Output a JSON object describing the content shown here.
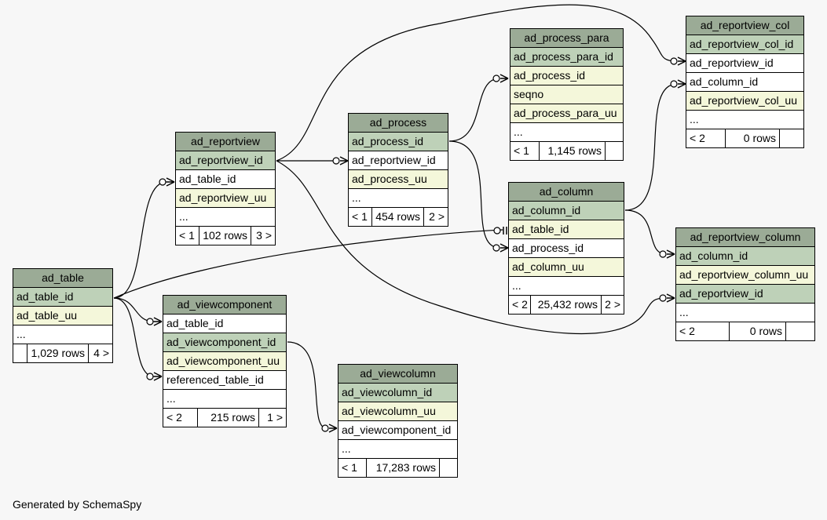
{
  "tables": {
    "ad_reportview_col": {
      "name": "ad_reportview_col",
      "columns": [
        "ad_reportview_col_id",
        "ad_reportview_id",
        "ad_column_id",
        "ad_reportview_col_uu"
      ],
      "ellipsis": "...",
      "prev": "< 2",
      "rows": "0 rows",
      "next": ""
    },
    "ad_process_para": {
      "name": "ad_process_para",
      "columns": [
        "ad_process_para_id",
        "ad_process_id",
        "seqno",
        "ad_process_para_uu"
      ],
      "ellipsis": "...",
      "prev": "< 1",
      "rows": "1,145 rows",
      "next": ""
    },
    "ad_process": {
      "name": "ad_process",
      "columns": [
        "ad_process_id",
        "ad_reportview_id",
        "ad_process_uu"
      ],
      "ellipsis": "...",
      "prev": "< 1",
      "rows": "454 rows",
      "next": "2 >"
    },
    "ad_reportview": {
      "name": "ad_reportview",
      "columns": [
        "ad_reportview_id",
        "ad_table_id",
        "ad_reportview_uu"
      ],
      "ellipsis": "...",
      "prev": "< 1",
      "rows": "102 rows",
      "next": "3 >"
    },
    "ad_column": {
      "name": "ad_column",
      "columns": [
        "ad_column_id",
        "ad_table_id",
        "ad_process_id",
        "ad_column_uu"
      ],
      "ellipsis": "...",
      "prev": "< 2",
      "rows": "25,432 rows",
      "next": "2 >"
    },
    "ad_reportview_column": {
      "name": "ad_reportview_column",
      "columns": [
        "ad_column_id",
        "ad_reportview_column_uu",
        "ad_reportview_id"
      ],
      "ellipsis": "...",
      "prev": "< 2",
      "rows": "0 rows",
      "next": ""
    },
    "ad_table": {
      "name": "ad_table",
      "columns": [
        "ad_table_id",
        "ad_table_uu"
      ],
      "ellipsis": "...",
      "prev": "",
      "rows": "1,029 rows",
      "next": "4 >"
    },
    "ad_viewcomponent": {
      "name": "ad_viewcomponent",
      "columns": [
        "ad_table_id",
        "ad_viewcomponent_id",
        "ad_viewcomponent_uu",
        "referenced_table_id"
      ],
      "ellipsis": "...",
      "prev": "< 2",
      "rows": "215 rows",
      "next": "1 >"
    },
    "ad_viewcolumn": {
      "name": "ad_viewcolumn",
      "columns": [
        "ad_viewcolumn_id",
        "ad_viewcolumn_uu",
        "ad_viewcomponent_id"
      ],
      "ellipsis": "...",
      "prev": "< 1",
      "rows": "17,283 rows",
      "next": ""
    }
  },
  "colors": {
    "background": "#f7f7f7",
    "header": "#9bab96",
    "primary_key": "#bed1b8",
    "indexed": "#f4f7da",
    "plain": "#ffffff"
  },
  "credit": "Generated by SchemaSpy"
}
